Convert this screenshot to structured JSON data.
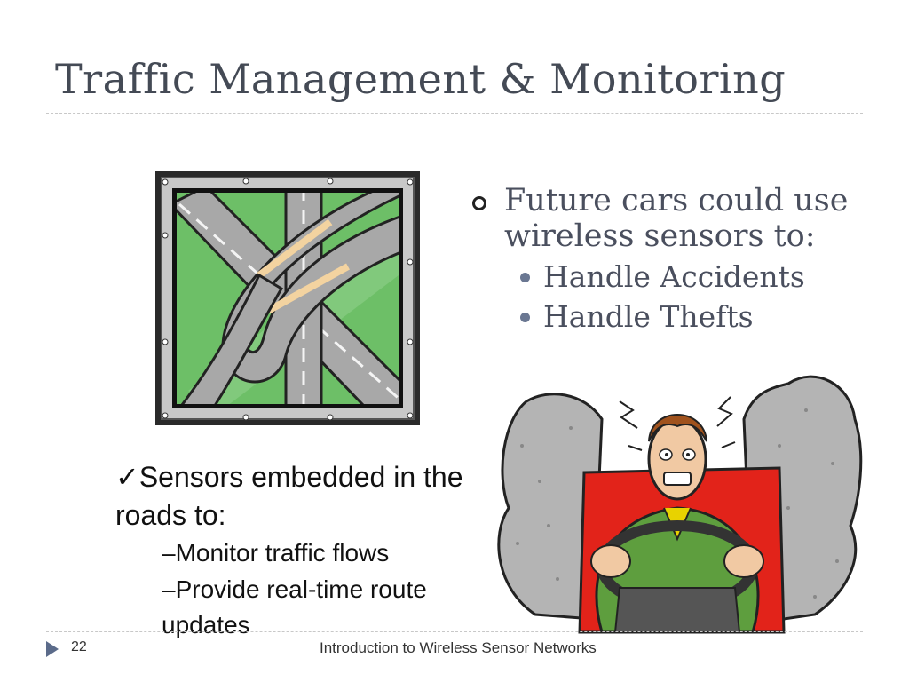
{
  "slide": {
    "title": "Traffic Management & Monitoring",
    "page_number": "22",
    "footer": "Introduction to Wireless Sensor Networks"
  },
  "right_bullets": {
    "main": "Future cars could use wireless sensors to:",
    "items": [
      "Handle Accidents",
      "Handle Thefts"
    ]
  },
  "left_bullets": {
    "main": "✓Sensors embedded in the roads to:",
    "items": [
      "–Monitor traffic flows",
      "–Provide real-time route updates"
    ]
  },
  "colors": {
    "title": "#444a55",
    "body_serif": "#4a4f5e",
    "grass": "#6dbf67",
    "road": "#a8a8a8",
    "frame": "#c8c8c8",
    "smoke": "#b4b4b4",
    "shirt": "#5e9e3e",
    "seat_red": "#e2231a"
  },
  "icons": [
    "highway-interchange-clipart",
    "stressed-driver-clipart",
    "footer-arrow-icon"
  ]
}
